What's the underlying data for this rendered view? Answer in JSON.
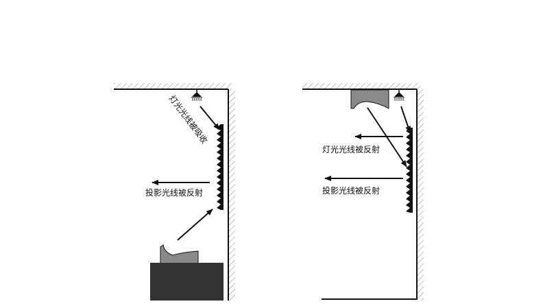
{
  "colors": {
    "wall": "#111111",
    "hatch": "#9a9a9a",
    "projector": "#8a8a8a",
    "cabinet": "#333333",
    "arrow": "#111111",
    "screen": "#111111"
  },
  "icons": {
    "ceiling_light": "ceiling-lamp-icon",
    "projector": "projector-icon"
  },
  "panel_left": {
    "absorbed_label": "灯光光线被吸收",
    "projection_label": "投影光线被反射"
  },
  "panel_right": {
    "light_label": "灯光光线被反射",
    "projection_label": "投影光线被反射"
  }
}
